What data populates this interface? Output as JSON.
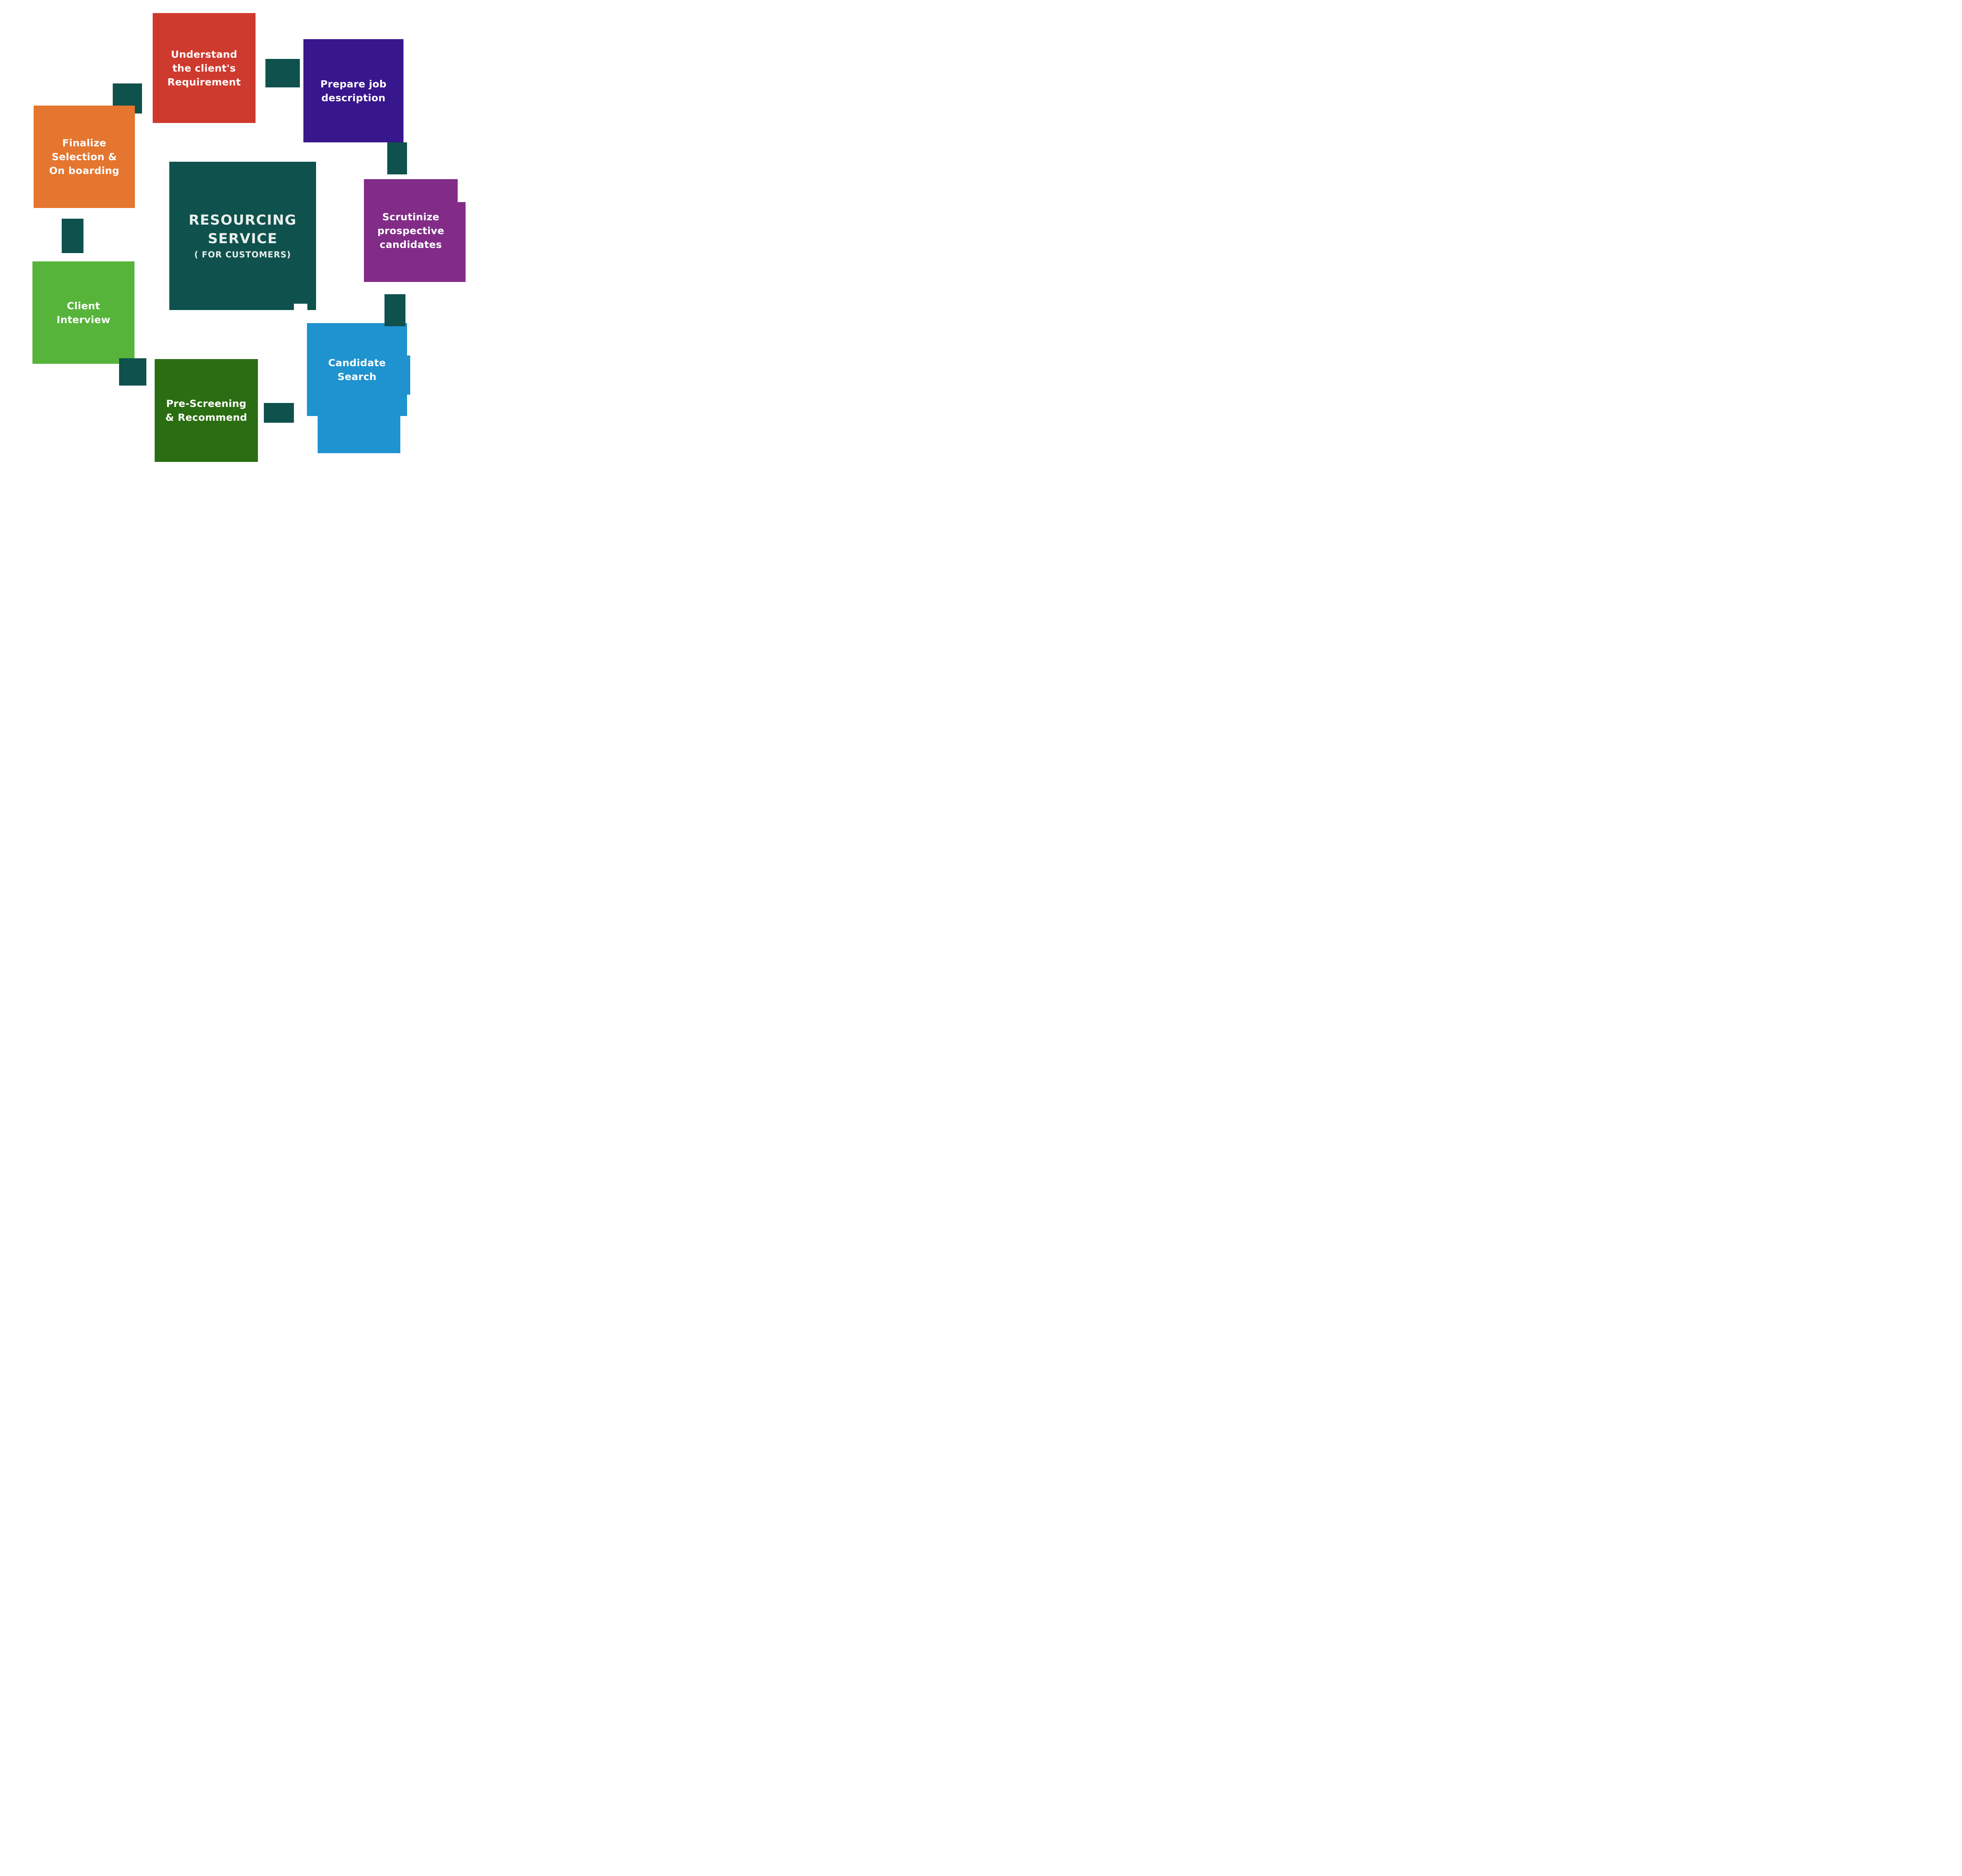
{
  "title": {
    "line1": "RESOURCING",
    "line2": "SERVICE",
    "line3": "( FOR CUSTOMERS)"
  },
  "steps": {
    "understand": {
      "lines": [
        "Understand",
        "the client's",
        "Requirement"
      ]
    },
    "prepare": {
      "lines": [
        "Prepare job",
        "description"
      ]
    },
    "scrutinize": {
      "lines": [
        "Scrutinize",
        "prospective",
        "candidates"
      ]
    },
    "candidate": {
      "lines": [
        "Candidate",
        "Search"
      ]
    },
    "prescreen": {
      "lines": [
        "Pre-Screening",
        "& Recommend"
      ]
    },
    "interview": {
      "lines": [
        "Client",
        "Interview"
      ]
    },
    "finalize": {
      "lines": [
        "Finalize",
        "Selection &",
        "On boarding"
      ]
    }
  },
  "colors": {
    "red": "#CF3A2E",
    "indigo": "#38168C",
    "purple": "#822C88",
    "blue": "#1E93CF",
    "dark_green": "#2B6D12",
    "green": "#56B43B",
    "orange": "#E5762F",
    "teal": "#0E514D",
    "center_text": "#E9EFEC",
    "box_text": "#FFFFFF",
    "background": "#FFFFFF"
  }
}
